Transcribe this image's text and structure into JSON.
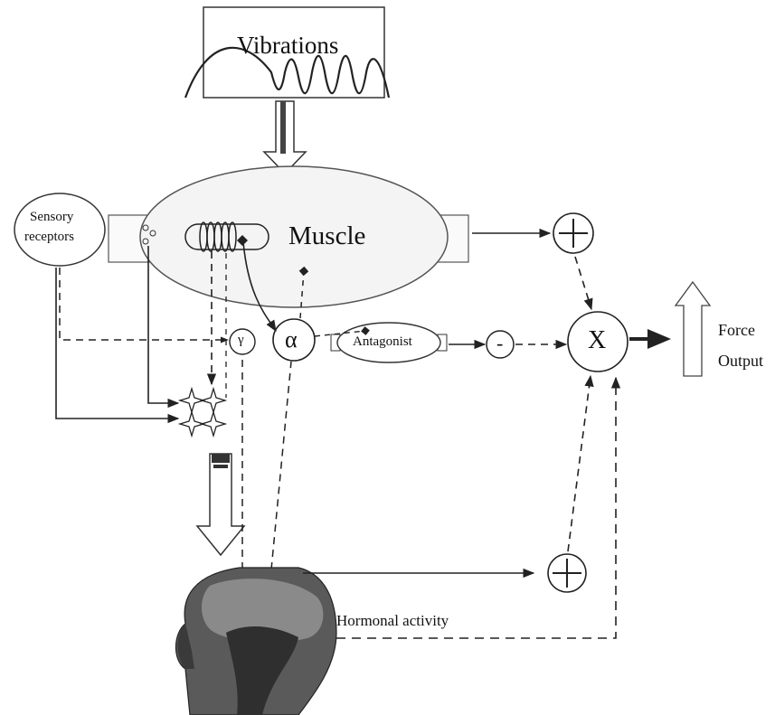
{
  "labels": {
    "vibrations": "Vibrations",
    "muscle": "Muscle",
    "sensory_line1": "Sensory",
    "sensory_line2": "receptors",
    "gamma": "γ",
    "alpha": "α",
    "antagonist": "Antagonist",
    "minus": "-",
    "multiply": "X",
    "force_line1": "Force",
    "force_line2": "Output",
    "hormonal": "Hormonal activity"
  },
  "colors": {
    "stroke": "#222222",
    "muscle_fill": "#f4f4f4",
    "brain_fill": "#5a5a5a",
    "face_fill": "#3a3a3a"
  },
  "icons": {
    "brain": "head-brain-mri-icon",
    "spindle": "muscle-spindle-coil-icon",
    "interneuron": "spinal-interneuron-star-icon"
  }
}
